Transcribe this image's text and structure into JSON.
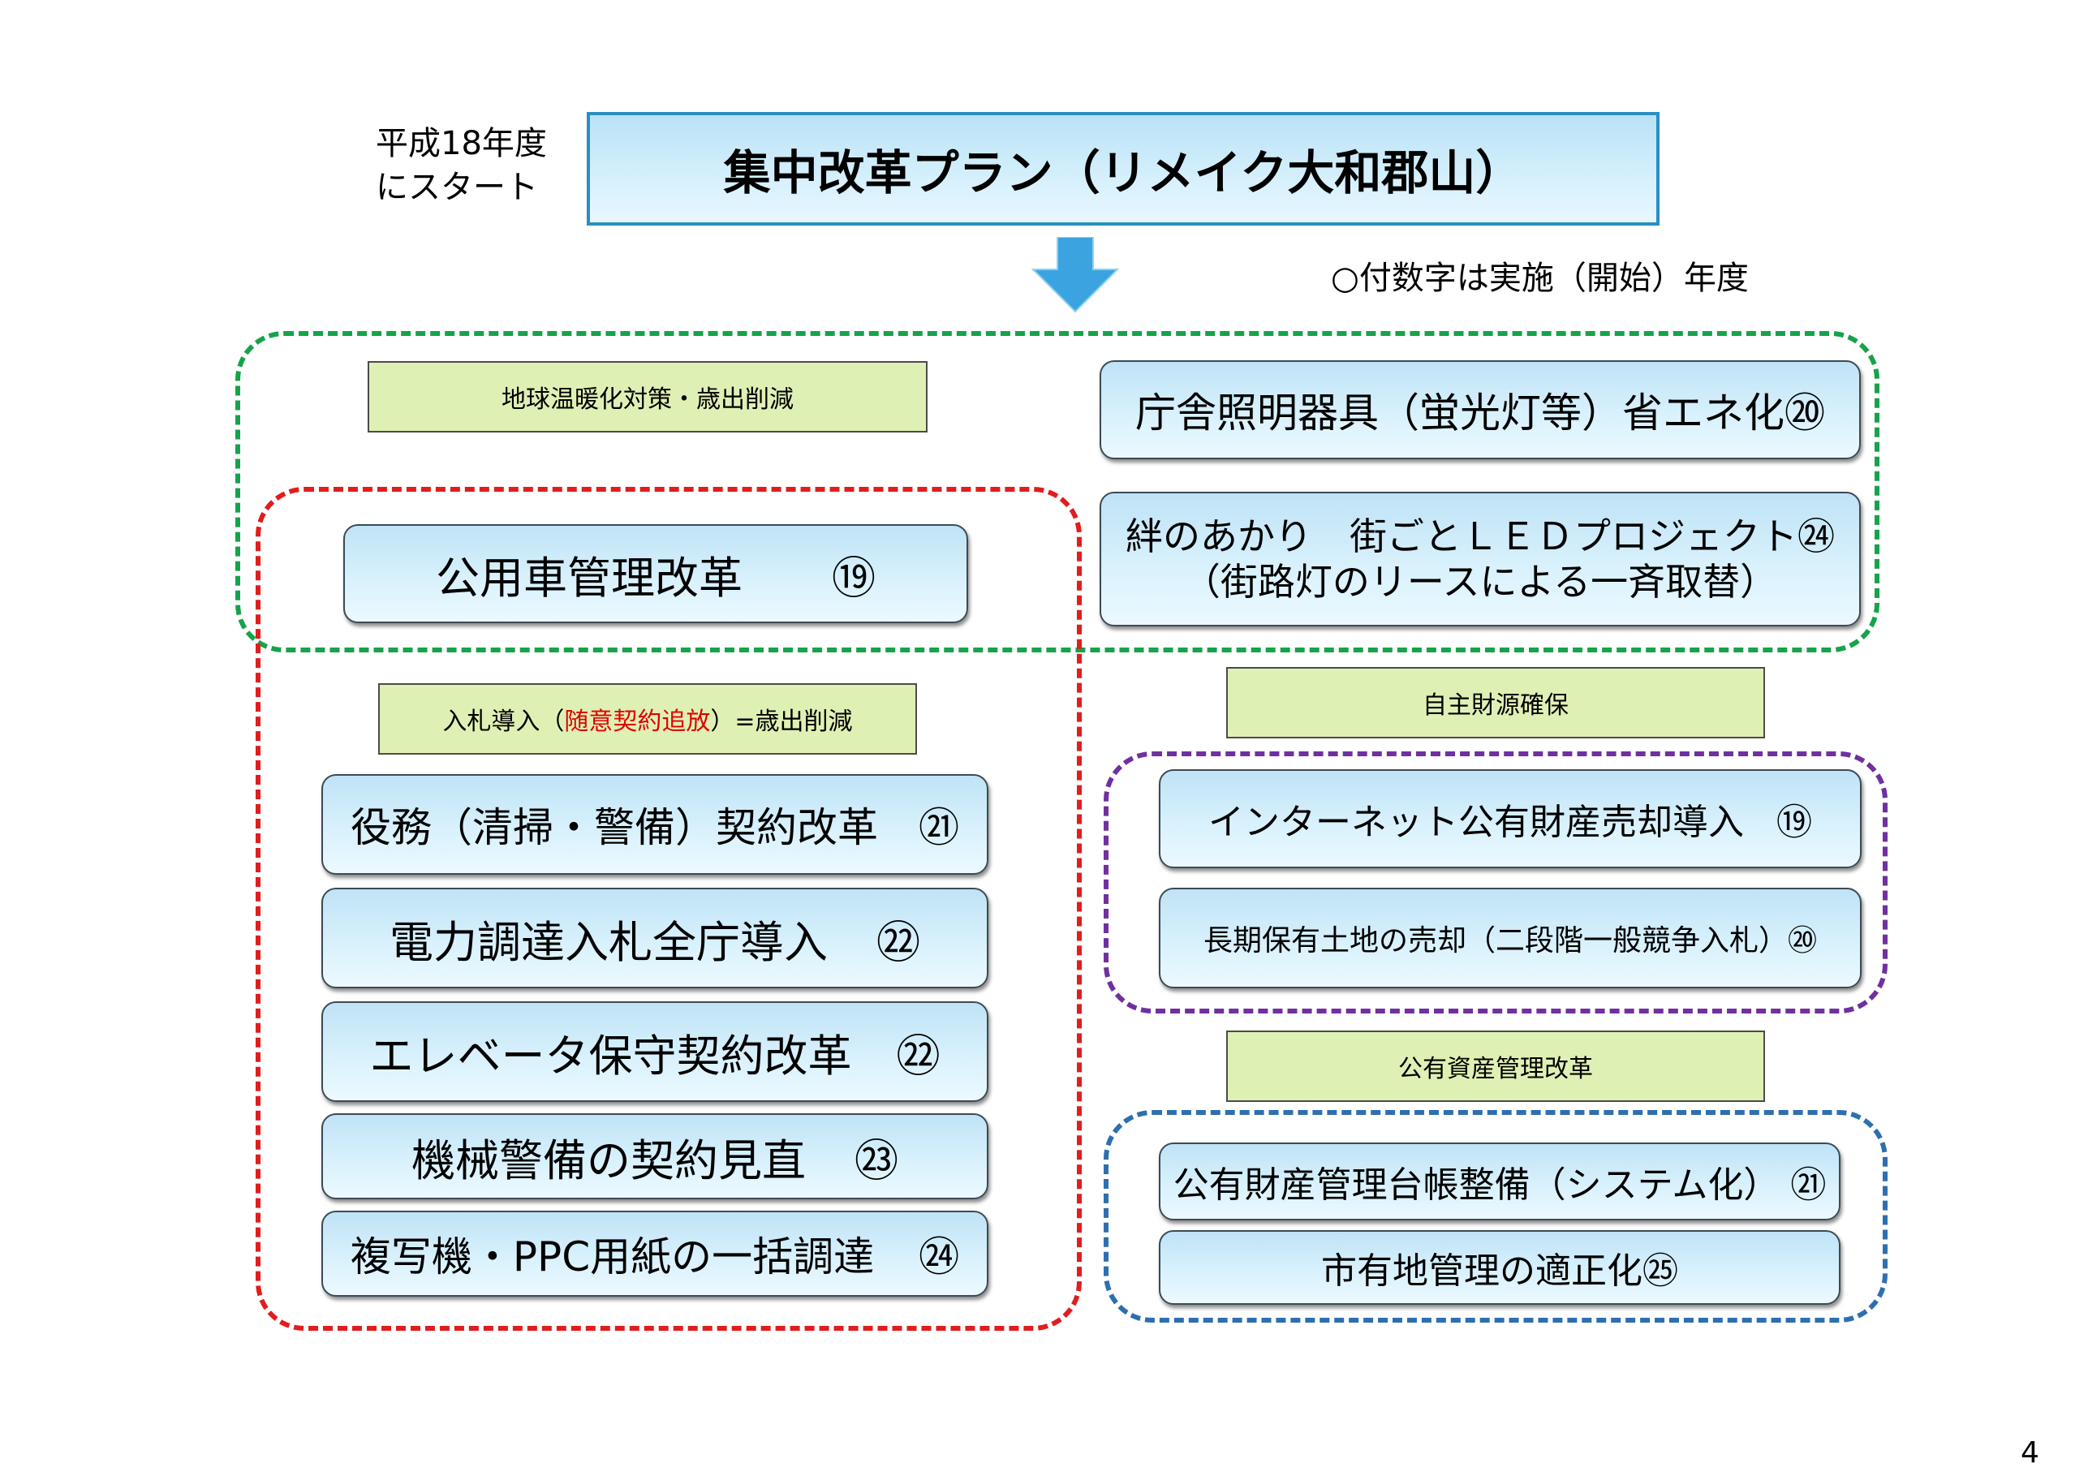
{
  "start_note": {
    "line1": "平成18年度",
    "line2": "にスタート"
  },
  "title": "集中改革プラン（リメイク大和郡山）",
  "footnote": "○付数字は実施（開始）年度",
  "labels": {
    "green_group": "地球温暖化対策・歳出削減",
    "bid_pre": "入札導入（",
    "bid_red": "随意契約追放",
    "bid_post": "）=歳出削減",
    "revenue": "自主財源確保",
    "assets": "公有資産管理改革"
  },
  "items": {
    "lighting": {
      "text": "庁舎照明器具（蛍光灯等）省エネ化",
      "num": "⑳"
    },
    "led": {
      "line1": "絆のあかり　街ごとＬＥＤプロジェクト",
      "num": "㉔",
      "line2": "（街路灯のリースによる一斉取替）"
    },
    "vehicle": {
      "text": "公用車管理改革",
      "num": "⑲"
    },
    "cleaning": {
      "text": "役務（清掃・警備）契約改革",
      "num": "㉑"
    },
    "power": {
      "text": "電力調達入札全庁導入",
      "num": "㉒"
    },
    "elevator": {
      "text": "エレベータ保守契約改革",
      "num": "㉒"
    },
    "security": {
      "text": "機械警備の契約見直",
      "num": "㉓"
    },
    "copier": {
      "text": "複写機・PPC用紙の一括調達",
      "num": "㉔"
    },
    "internet": {
      "text": "インターネット公有財産売却導入",
      "num": "⑲"
    },
    "land": {
      "text": "長期保有土地の売却（二段階一般競争入札）",
      "num": "⑳"
    },
    "ledger": {
      "text": "公有財産管理台帳整備（システム化）",
      "num": "㉑"
    },
    "cityland": {
      "text": "市有地管理の適正化",
      "num": "㉕"
    }
  },
  "page_number": "4",
  "colors": {
    "green_dash": "#16a34a",
    "red_dash": "#e11d1d",
    "purple_dash": "#7030a0",
    "blue_dash": "#2e6fb0",
    "arrow": "#3ba3e0",
    "label_bg": "#dff0b4",
    "highlight_red": "#e00000"
  }
}
